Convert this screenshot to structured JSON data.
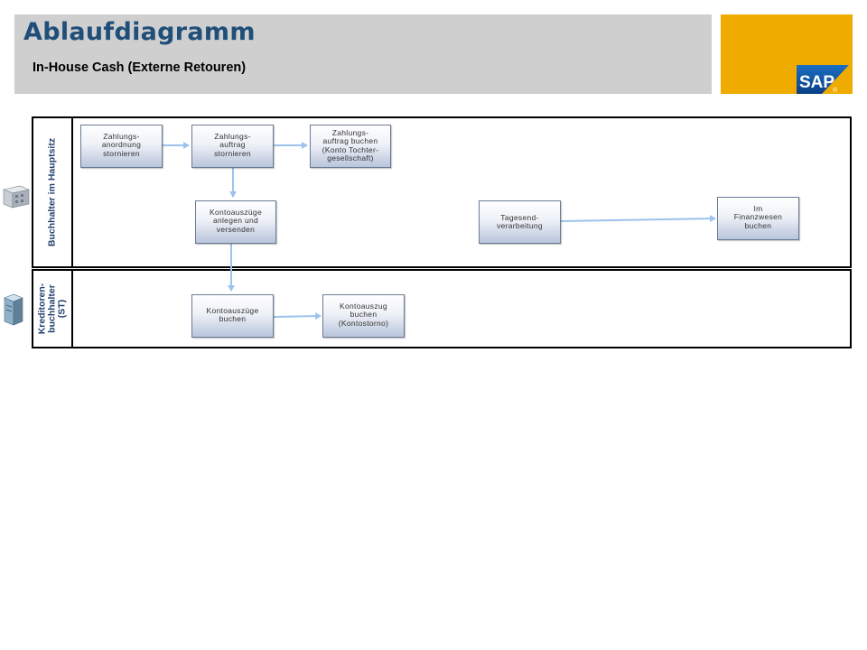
{
  "header": {
    "title": "Ablaufdiagramm",
    "subtitle": "In-House Cash (Externe Retouren)"
  },
  "brand": {
    "logo_text": "SAP",
    "registered": "®"
  },
  "lanes": [
    {
      "label": "Buchhalter im Hauptsitz"
    },
    {
      "label_lines": [
        "Kreditoren-",
        "buchhalter",
        "(ST)"
      ]
    }
  ],
  "boxes": {
    "b1": "Zahlungs-\nanordnung\nstornieren",
    "b2": "Zahlungs-\nauftrag\nstornieren",
    "b3": "Zahlungs-\nauftrag buchen\n(Konto Tochter-\ngesellschaft)",
    "b4": "Kontoauszüge\nanlegen und\nversenden",
    "b5": "Tagesend-\nverarbeitung",
    "b6": "Im\nFinanzwesen\nbuchen",
    "b7": "Kontoauszüge\nbuchen",
    "b8": "Kontoauszug\nbuchen\n(Kontostorno)"
  },
  "colors": {
    "accent": "#f0ab00",
    "title": "#1f4e79",
    "arrow": "#9cc3ee",
    "header_bg": "#cfcfcf"
  },
  "icons": {
    "lane1": "building-icon",
    "lane2": "server-tower-icon"
  }
}
